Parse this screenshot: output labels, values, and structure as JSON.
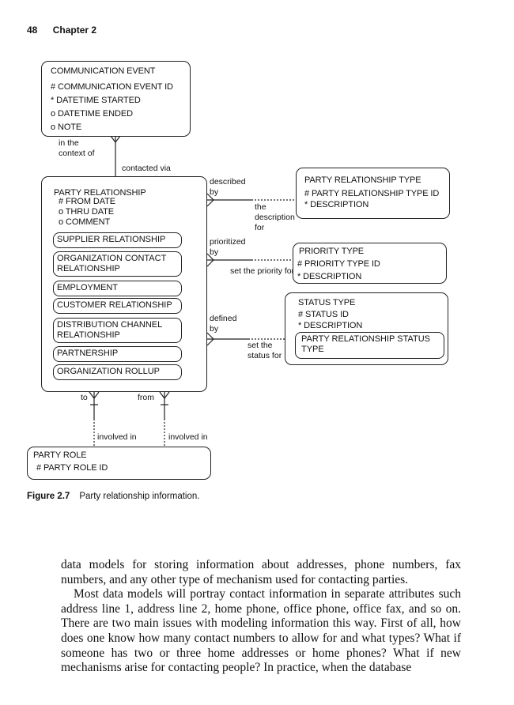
{
  "header": {
    "page_number": "48",
    "chapter": "Chapter 2"
  },
  "entities": {
    "communication_event": {
      "title": "COMMUNICATION EVENT",
      "attributes": [
        "# COMMUNICATION EVENT ID",
        "* DATETIME STARTED",
        "o DATETIME ENDED",
        "o NOTE"
      ]
    },
    "party_relationship": {
      "title": "PARTY RELATIONSHIP",
      "attributes": [
        "# FROM DATE",
        "o THRU DATE",
        "o COMMENT"
      ],
      "subtypes": [
        "SUPPLIER RELATIONSHIP",
        "ORGANIZATION CONTACT RELATIONSHIP",
        "EMPLOYMENT",
        "CUSTOMER RELATIONSHIP",
        "DISTRIBUTION CHANNEL RELATIONSHIP",
        "PARTNERSHIP",
        "ORGANIZATION ROLLUP"
      ]
    },
    "party_relationship_type": {
      "title": "PARTY RELATIONSHIP TYPE",
      "attributes": [
        "# PARTY RELATIONSHIP TYPE ID",
        "* DESCRIPTION"
      ]
    },
    "priority_type": {
      "title": "PRIORITY TYPE",
      "attributes": [
        "# PRIORITY TYPE ID",
        "* DESCRIPTION"
      ]
    },
    "status_type": {
      "title": "STATUS TYPE",
      "attributes": [
        "# STATUS ID",
        "* DESCRIPTION"
      ],
      "subtype": "PARTY RELATIONSHIP STATUS TYPE"
    },
    "party_role": {
      "title": "PARTY ROLE",
      "attributes": [
        "# PARTY ROLE ID"
      ]
    }
  },
  "relationship_labels": {
    "in_the_context_of": "in the context of",
    "contacted_via": "contacted via",
    "described_by": "described by",
    "the_description_for": "the description for",
    "prioritized_by": "prioritized by",
    "set_the_priority_for": "set the priority for",
    "defined_by": "defined by",
    "set_the_status_for": "set the status for",
    "to": "to",
    "from": "from",
    "involved_in_1": "involved in",
    "involved_in_2": "involved in"
  },
  "caption": {
    "label": "Figure 2.7",
    "text": "Party relationship information."
  },
  "body": {
    "p1": "data models for storing information about addresses, phone numbers, fax numbers, and any other type of mechanism used for contacting parties.",
    "p2": "Most data models will portray contact information in separate attributes such address line 1, address line 2, home phone, office phone, office fax, and so on. There are two main issues with modeling information this way. First of all, how does one know how many contact numbers to allow for and what types? What if someone has two or three home addresses or home phones? What if new mechanisms arise for contacting people? In practice, when the database"
  }
}
